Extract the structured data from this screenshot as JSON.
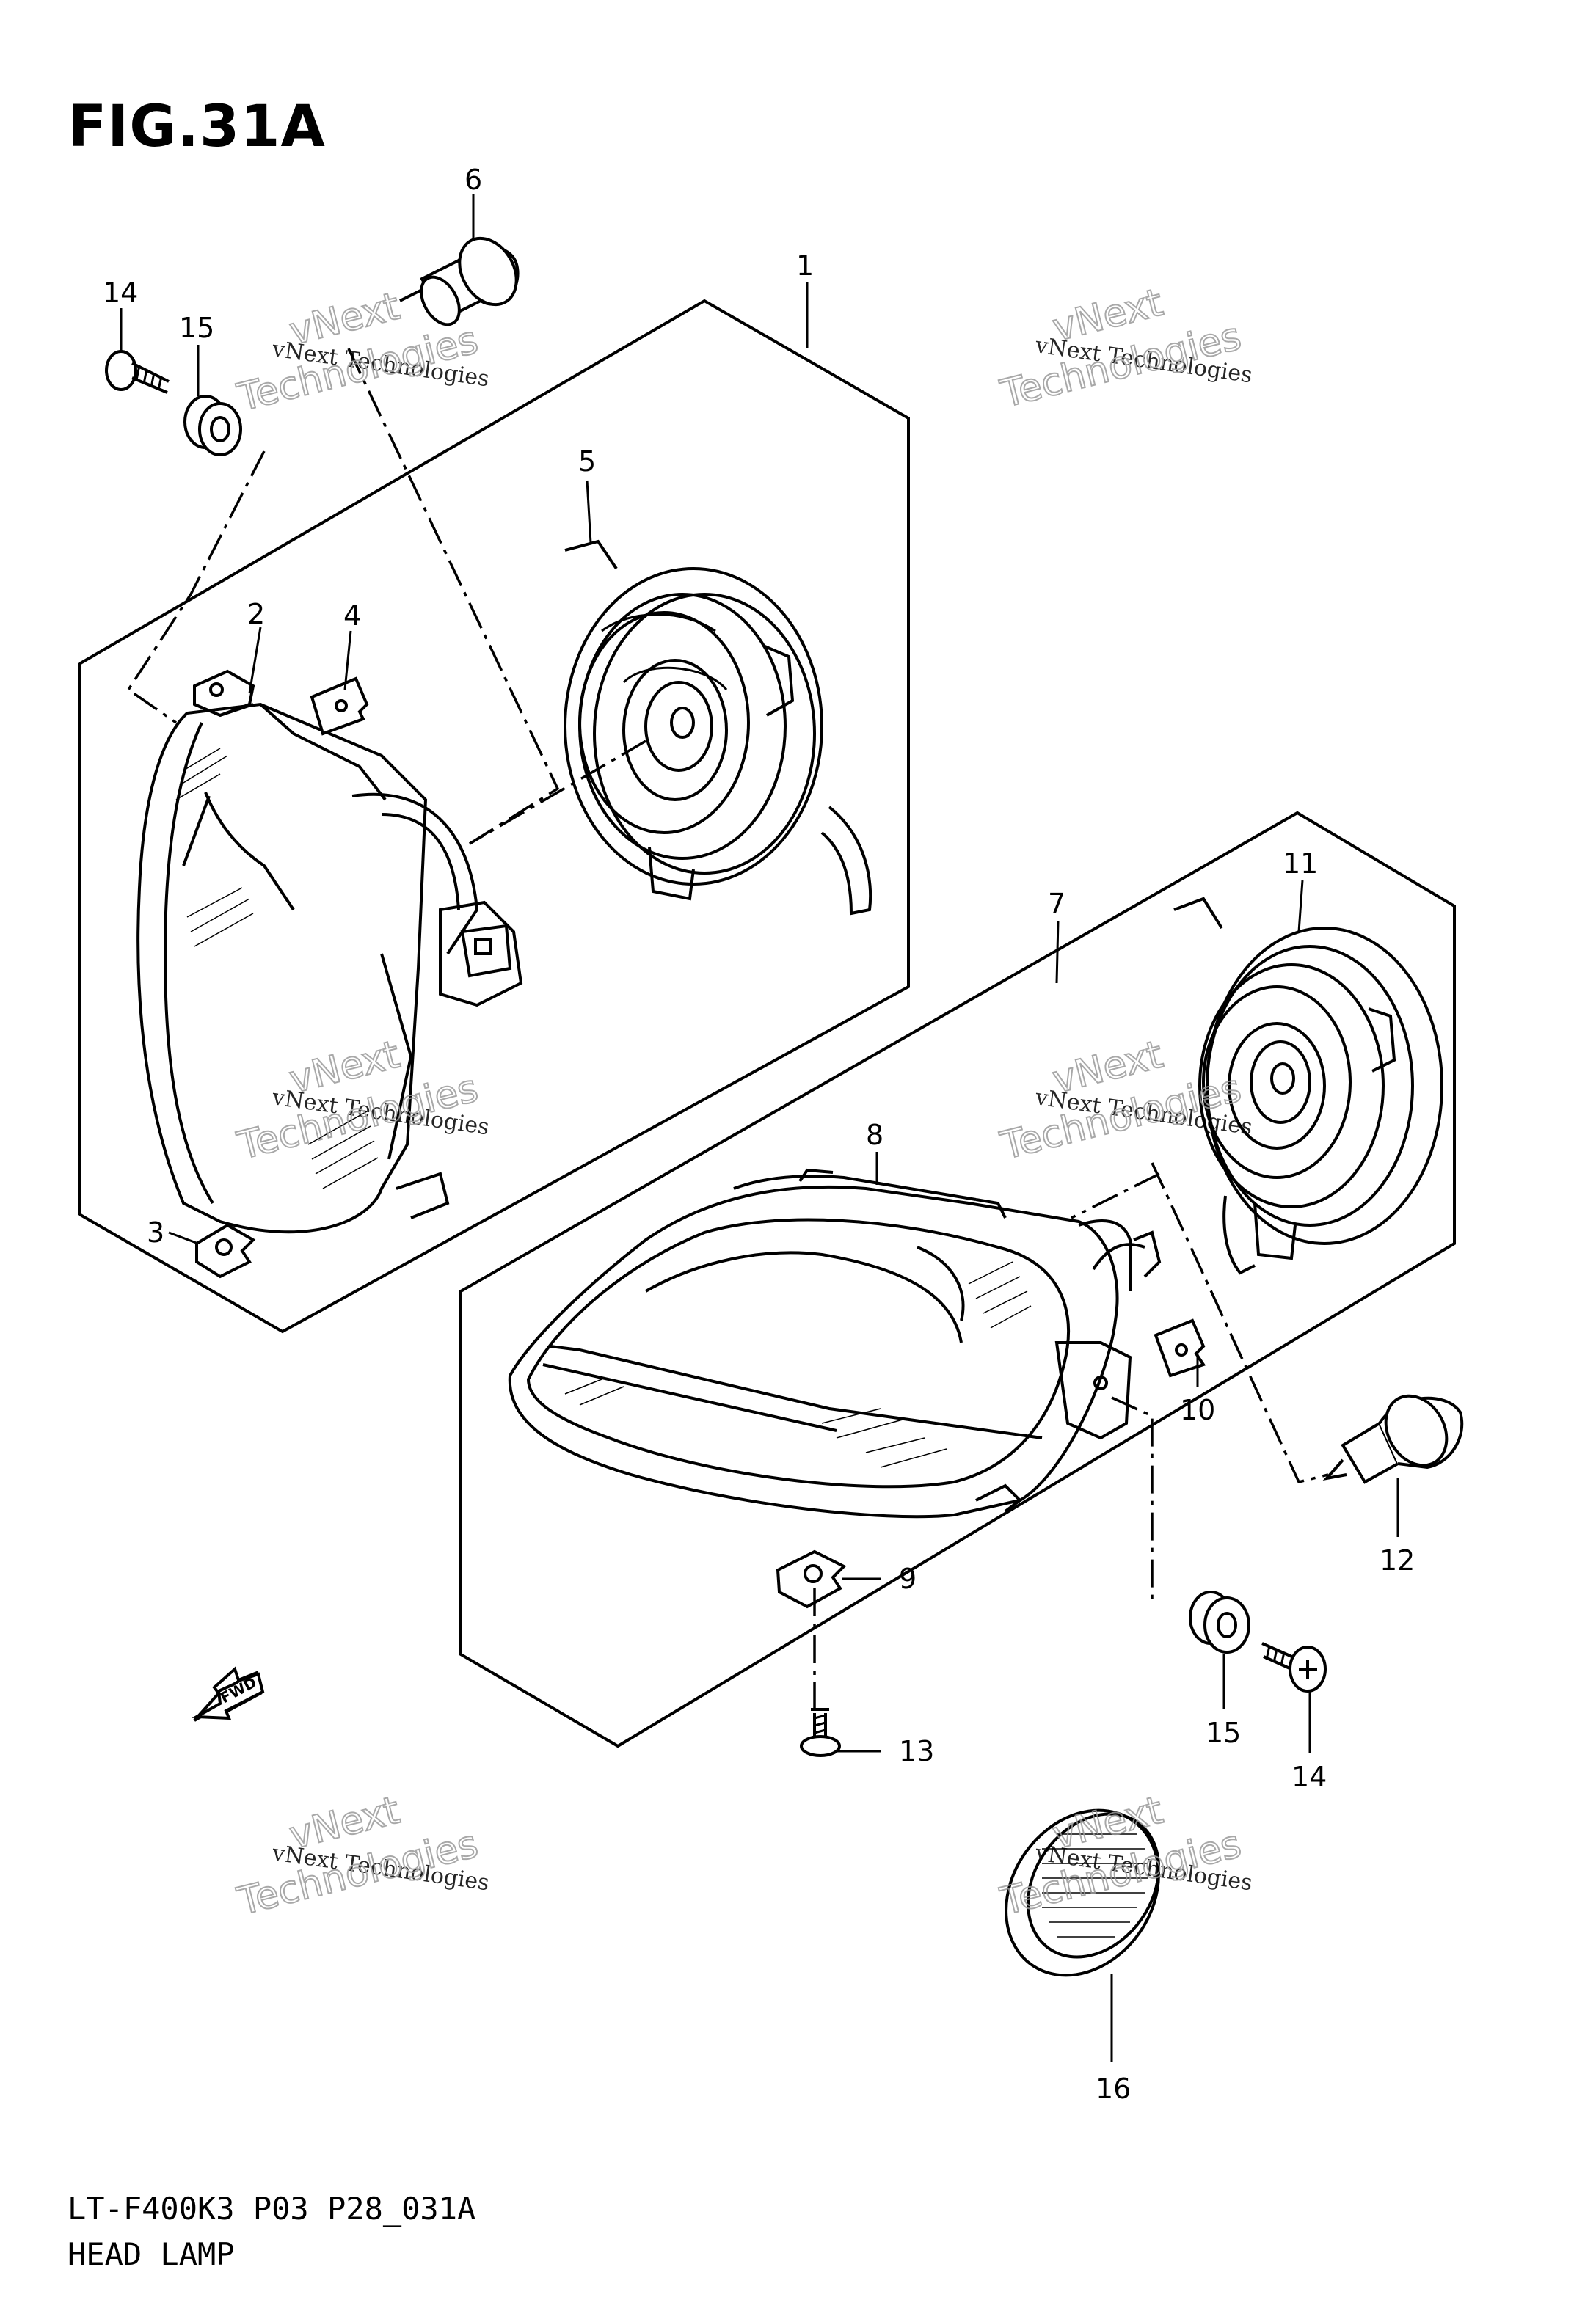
{
  "figure": {
    "title": "FIG.31A"
  },
  "footer": {
    "code": "LT-F400K3 P03 P28_031A",
    "name": "HEAD LAMP"
  },
  "direction_marker": {
    "label": "FWD",
    "icon": "fwd-arrow-icon"
  },
  "callouts": [
    "1",
    "2",
    "3",
    "4",
    "5",
    "6",
    "7",
    "8",
    "9",
    "10",
    "11",
    "12",
    "13",
    "14",
    "15",
    "14",
    "15",
    "16"
  ],
  "watermark": {
    "line1": "vNext Technologies",
    "line2": "vNext",
    "line3": "Technologies"
  }
}
